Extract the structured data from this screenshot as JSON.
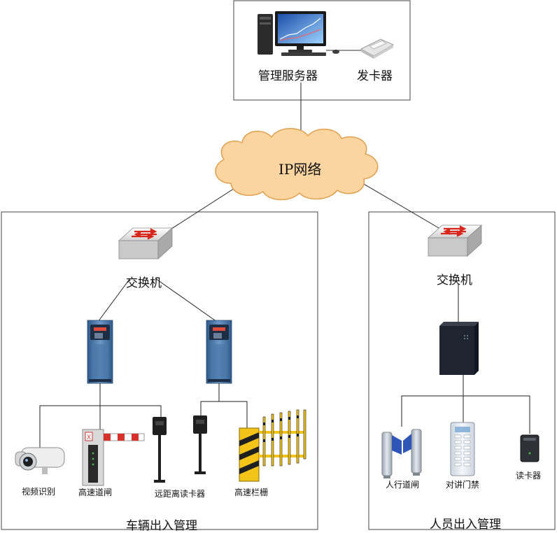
{
  "top": {
    "server_label": "管理服务器",
    "card_issuer_label": "发卡器"
  },
  "network": {
    "label": "IP网络",
    "cloud_color": "#FBD5A0",
    "cloud_stroke": "#E0A050"
  },
  "vehicle": {
    "switch_label": "交换机",
    "title": "车辆出入管理",
    "devices": {
      "camera": "视频识别",
      "gate": "高速道闸",
      "long_reader": "远距离读卡器",
      "fence": "高速栏栅"
    }
  },
  "personnel": {
    "switch_label": "交换机",
    "title": "人员出入管理",
    "devices": {
      "turnstile": "人行道闸",
      "intercom": "对讲门禁",
      "reader": "读卡器"
    }
  },
  "colors": {
    "barrier_red": "#D6322B",
    "barrier_yellow": "#F2C318",
    "switch_arrow": "#D9261C",
    "kiosk_blue": "#3A6CA6"
  }
}
